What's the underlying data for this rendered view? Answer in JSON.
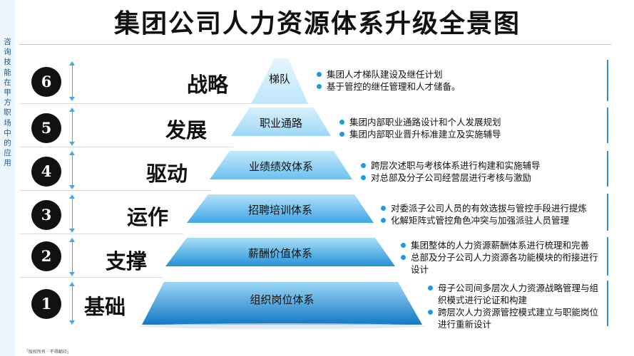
{
  "title": "集团公司人力资源体系升级全景图",
  "side_label": "咨询技能在甲方职场中的应用",
  "footer": "「版权所有 · 不得翻印」",
  "colors": {
    "pyramid_top": "#bfe6fb",
    "pyramid_bottom": "#1479c4",
    "bullet": "#1f9ae0",
    "arrow": "#4aa9e0"
  },
  "levels": [
    {
      "number": "6",
      "stage": "战略",
      "label": "梯队",
      "bullets": [
        "集团人才梯队建设及继任计划",
        "基于管控的继任管理和人才储备。"
      ]
    },
    {
      "number": "5",
      "stage": "发展",
      "label": "职业通路",
      "bullets": [
        "集团内部职业通路设计和个人发展规划",
        "集团内部职业晋升标准建立及实施辅导"
      ]
    },
    {
      "number": "4",
      "stage": "驱动",
      "label": "业绩绩效体系",
      "bullets": [
        "跨层次述职与考核体系进行构建和实施辅导",
        "对总部及分子公司经营层进行考核与激励"
      ]
    },
    {
      "number": "3",
      "stage": "运作",
      "label": "招聘培训体系",
      "bullets": [
        "对委派子公司人员的有效选拔与管控手段进行提炼",
        "化解矩阵式管控角色冲突与加强派驻人员管理"
      ]
    },
    {
      "number": "2",
      "stage": "支撑",
      "label": "薪酬价值体系",
      "bullets": [
        "集团整体的人力资源薪酬体系进行梳理和完善",
        "总部及分子公司人力资源各功能模块的衔接进行设计"
      ]
    },
    {
      "number": "1",
      "stage": "基础",
      "label": "组织岗位体系",
      "bullets": [
        "母子公司间多层次人力资源战略管理与组织模式进行论证和构建",
        "跨层次人力资源管控模式建立与职能岗位进行重新设计"
      ]
    }
  ]
}
